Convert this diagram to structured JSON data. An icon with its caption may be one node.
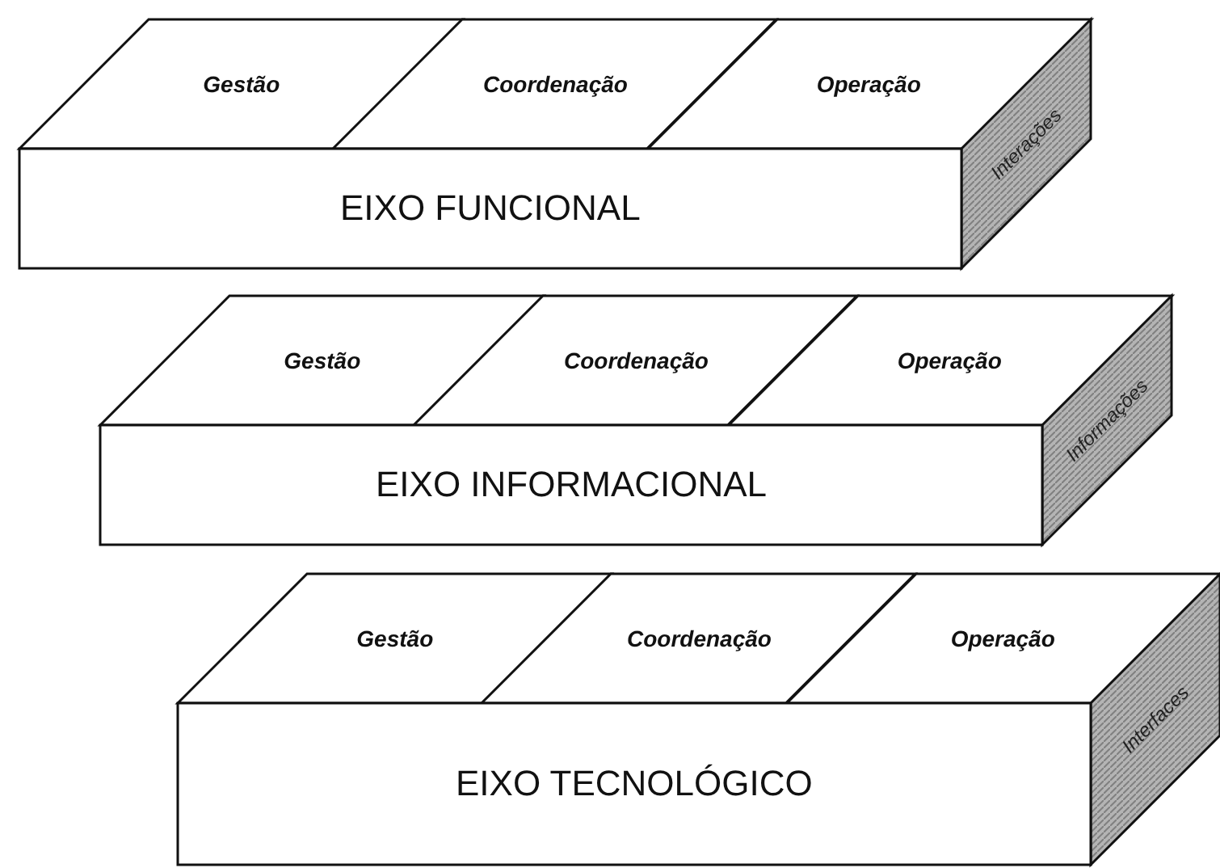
{
  "diagram": {
    "nodes": [
      {
        "text": [
          "Gestão"
        ]
      },
      {
        "text": [
          "Coordenação"
        ]
      },
      {
        "text": [
          "Operação"
        ]
      },
      {
        "text": [
          "Interações"
        ]
      },
      {
        "text": [
          "EIXO FUNCIONAL"
        ]
      },
      {
        "text": [
          "Gestão"
        ]
      },
      {
        "text": [
          "Coordenação"
        ]
      },
      {
        "text": [
          "Operação"
        ]
      },
      {
        "text": [
          "Informações"
        ]
      },
      {
        "text": [
          "EIXO INFORMACIONAL"
        ]
      },
      {
        "text": [
          "Gestão"
        ]
      },
      {
        "text": [
          "Coordenação"
        ]
      },
      {
        "text": [
          "Operação"
        ]
      },
      {
        "text": [
          "Interfaces"
        ]
      },
      {
        "text": [
          "EIXO TECNOLÓGICO"
        ]
      }
    ]
  }
}
